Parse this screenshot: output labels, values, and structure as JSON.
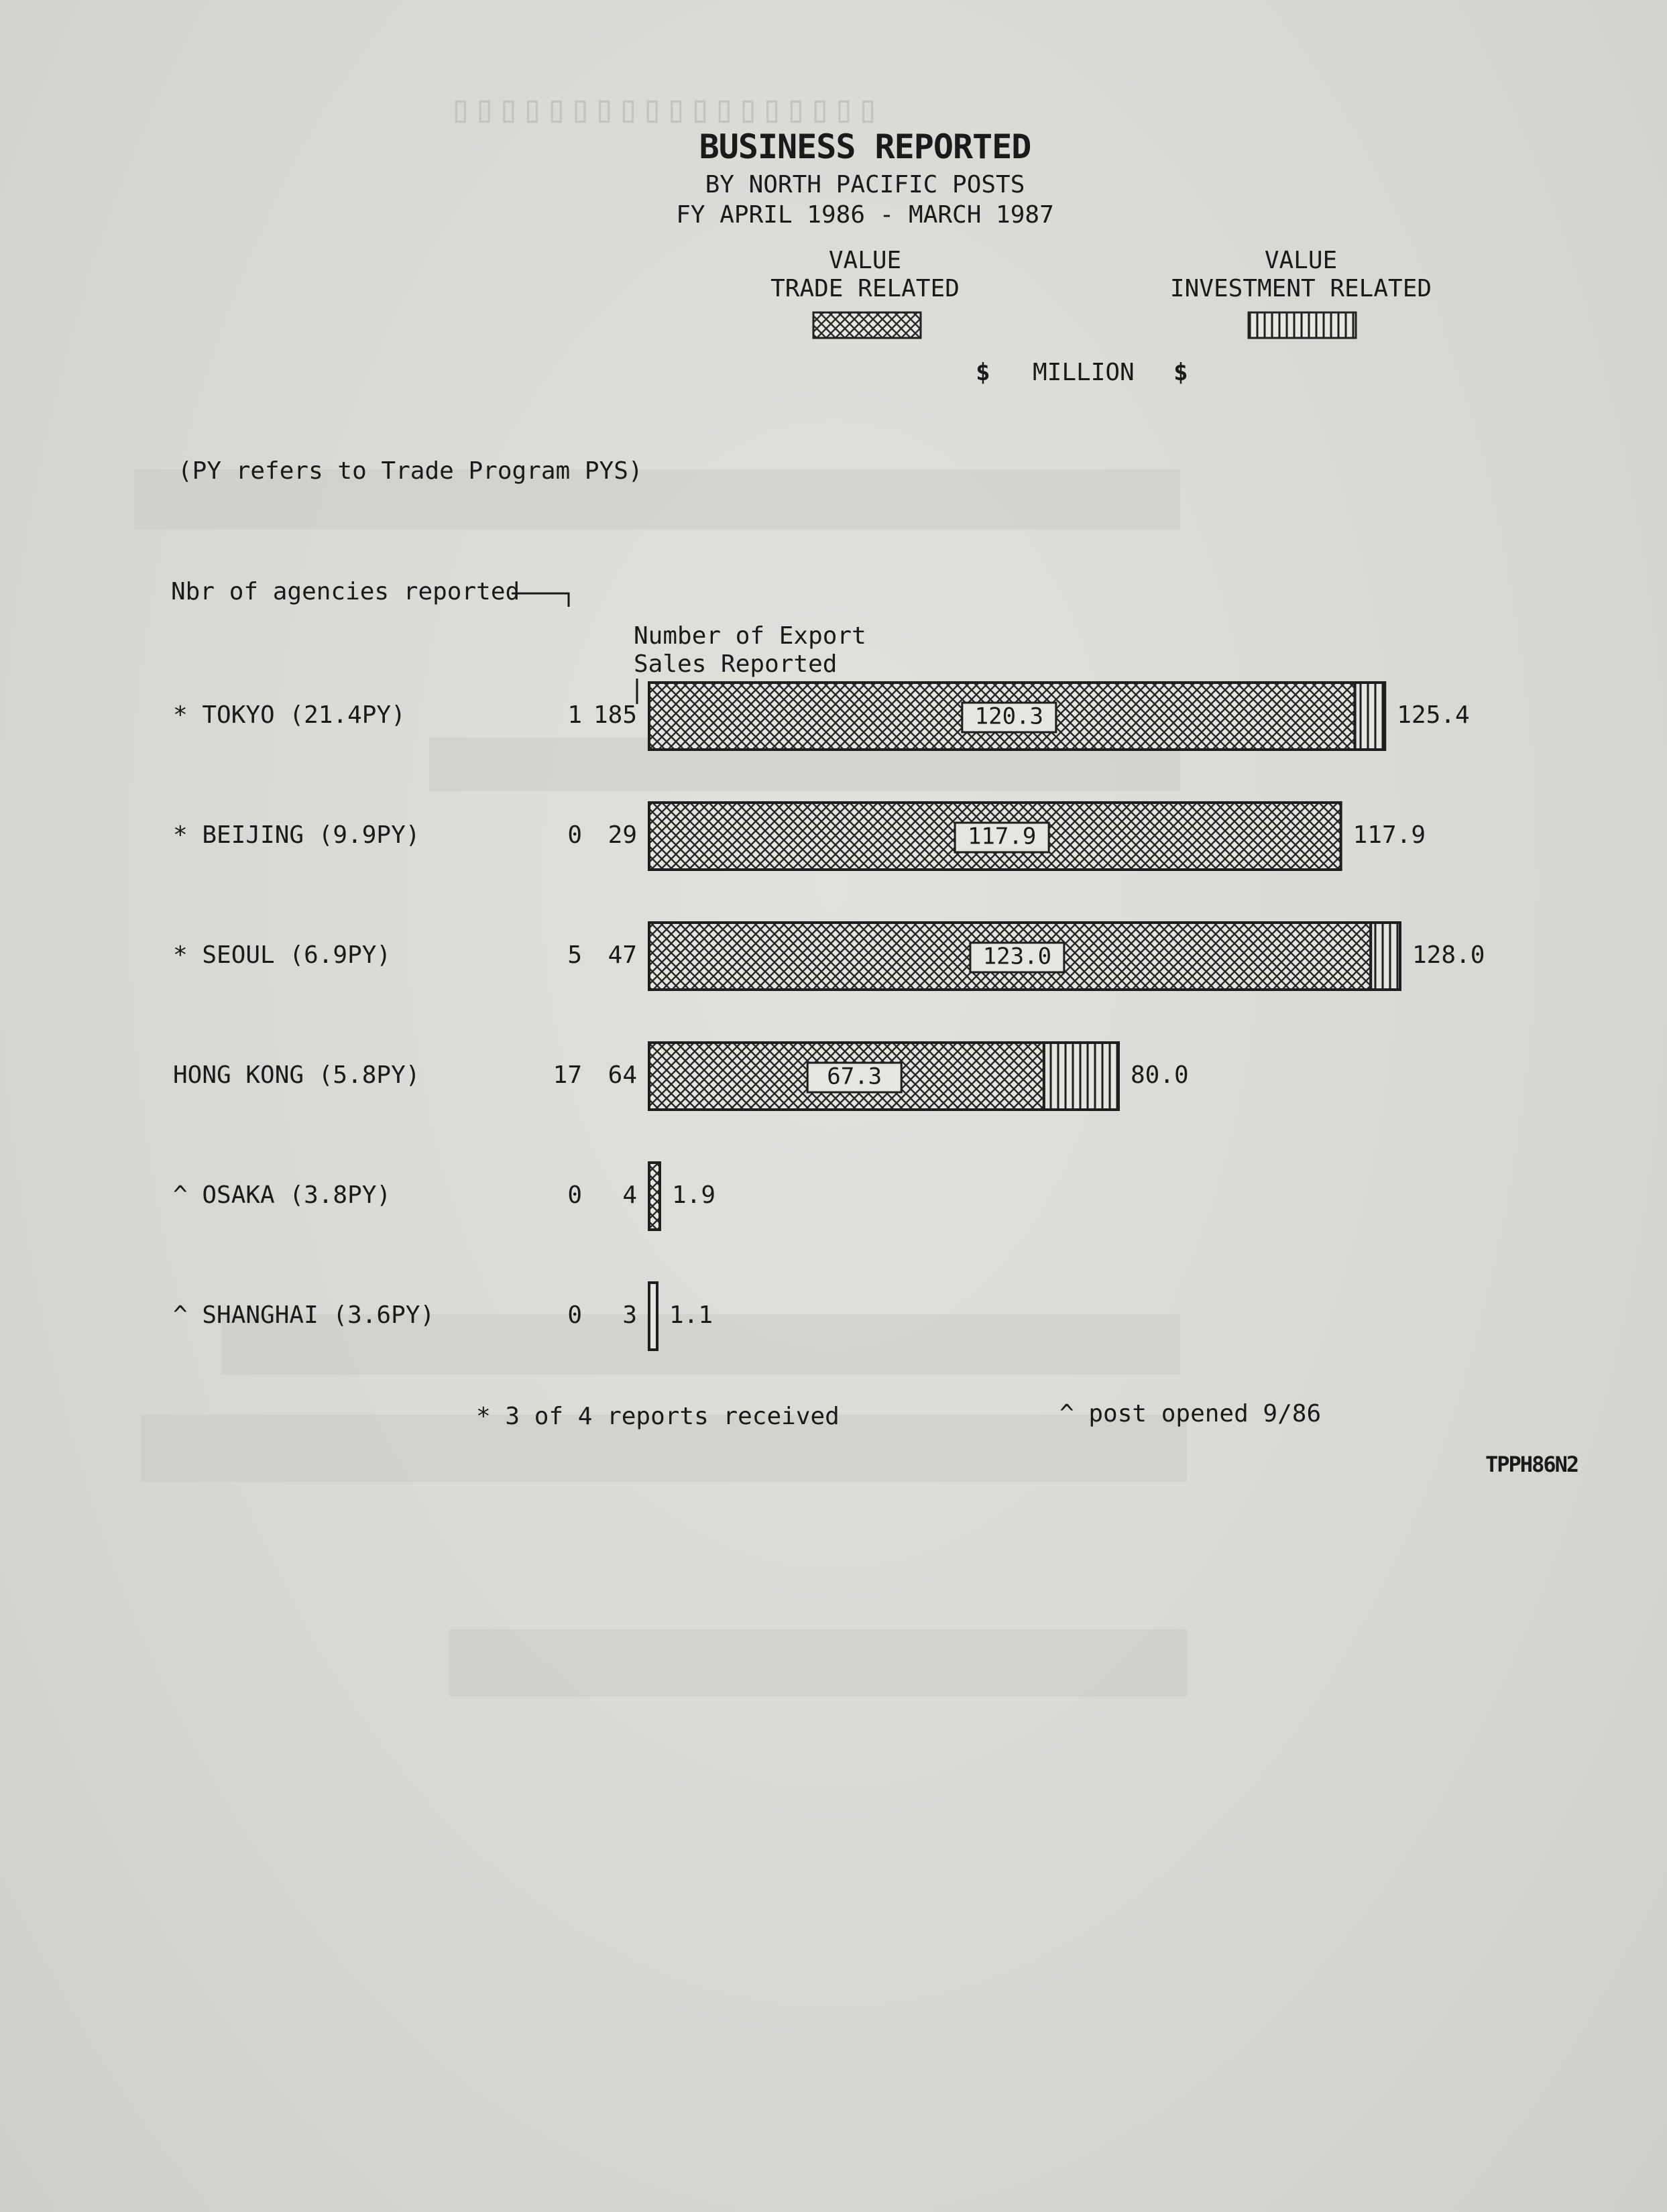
{
  "header": {
    "title": "BUSINESS REPORTED",
    "subtitle1": "BY NORTH PACIFIC POSTS",
    "subtitle2": "FY APRIL 1986 - MARCH 1987"
  },
  "legend": {
    "trade_line1": "VALUE",
    "trade_line2": "TRADE RELATED",
    "invest_line1": "VALUE",
    "invest_line2": "INVESTMENT RELATED"
  },
  "units": {
    "dollar_left": "$",
    "million": "MILLION",
    "dollar_right": "$"
  },
  "notes": {
    "py_note": "(PY refers to Trade Program PYS)",
    "agencies_label": "Nbr of agencies reported",
    "export_line1": "Number of Export",
    "export_line2": "Sales Reported",
    "footnote_reports": "* 3 of 4 reports received",
    "footnote_post": "^ post opened 9/86",
    "doc_code": "TPPH86N2"
  },
  "chart_data": {
    "type": "bar",
    "orientation": "horizontal",
    "stacked": true,
    "title": "BUSINESS REPORTED",
    "unit": "$ MILLION",
    "categories": [
      "* TOKYO (21.4PY)",
      "* BEIJING (9.9PY)",
      "* SEOUL (6.9PY)",
      "HONG KONG (5.8PY)",
      "^ OSAKA (3.8PY)",
      "^ SHANGHAI (3.6PY)"
    ],
    "agencies_reported": [
      1,
      0,
      5,
      17,
      0,
      0
    ],
    "export_sales_reported": [
      185,
      29,
      47,
      64,
      4,
      3
    ],
    "series": [
      {
        "name": "VALUE TRADE RELATED",
        "values": [
          120.3,
          117.9,
          123.0,
          67.3,
          1.9,
          1.1
        ]
      },
      {
        "name": "VALUE INVESTMENT RELATED",
        "values": [
          5.1,
          0.0,
          5.0,
          12.7,
          0.0,
          0.0
        ]
      }
    ],
    "totals": [
      125.4,
      117.9,
      128.0,
      80.0,
      1.9,
      1.1
    ],
    "inner_labels": [
      "120.3",
      "117.9",
      "123.0",
      "67.3",
      "",
      ""
    ],
    "end_labels": [
      "125.4",
      "117.9",
      "128.0",
      "80.0",
      "1.9",
      "1.1"
    ],
    "xlim": [
      0,
      128
    ],
    "colors": {
      "trade": "#2a2a2a",
      "invest": "#2a2a2a",
      "bg": "#e8e7e4"
    }
  }
}
